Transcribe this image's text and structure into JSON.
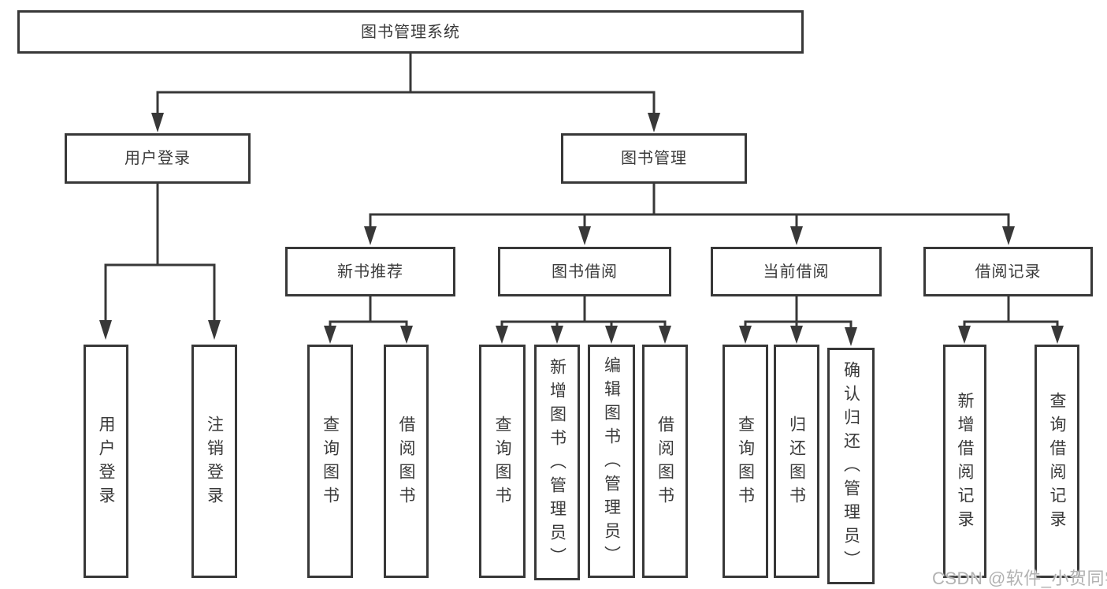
{
  "diagram_title": "图书管理系统",
  "tree": {
    "root": {
      "label": "图书管理系统"
    },
    "branches": [
      {
        "label": "用户登录",
        "children": [
          {
            "label": "用户登录"
          },
          {
            "label": "注销登录"
          }
        ]
      },
      {
        "label": "图书管理",
        "children": [
          {
            "label": "新书推荐",
            "children": [
              {
                "label": "查询图书"
              },
              {
                "label": "借阅图书"
              }
            ]
          },
          {
            "label": "图书借阅",
            "children": [
              {
                "label": "查询图书"
              },
              {
                "label": "新增图书（管理员）"
              },
              {
                "label": "编辑图书（管理员）"
              },
              {
                "label": "借阅图书"
              }
            ]
          },
          {
            "label": "当前借阅",
            "children": [
              {
                "label": "查询图书"
              },
              {
                "label": "归还图书"
              },
              {
                "label": "确认归还（管理员）"
              }
            ]
          },
          {
            "label": "借阅记录",
            "children": [
              {
                "label": "新增借阅记录"
              },
              {
                "label": "查询借阅记录"
              }
            ]
          }
        ]
      }
    ]
  },
  "watermark": "CSDN @软件_小贺同学",
  "colors": {
    "line": "#383838",
    "node_border": "#383838",
    "text": "#3a3a3a",
    "watermark": "#b2b2b2",
    "background": "#ffffff"
  }
}
